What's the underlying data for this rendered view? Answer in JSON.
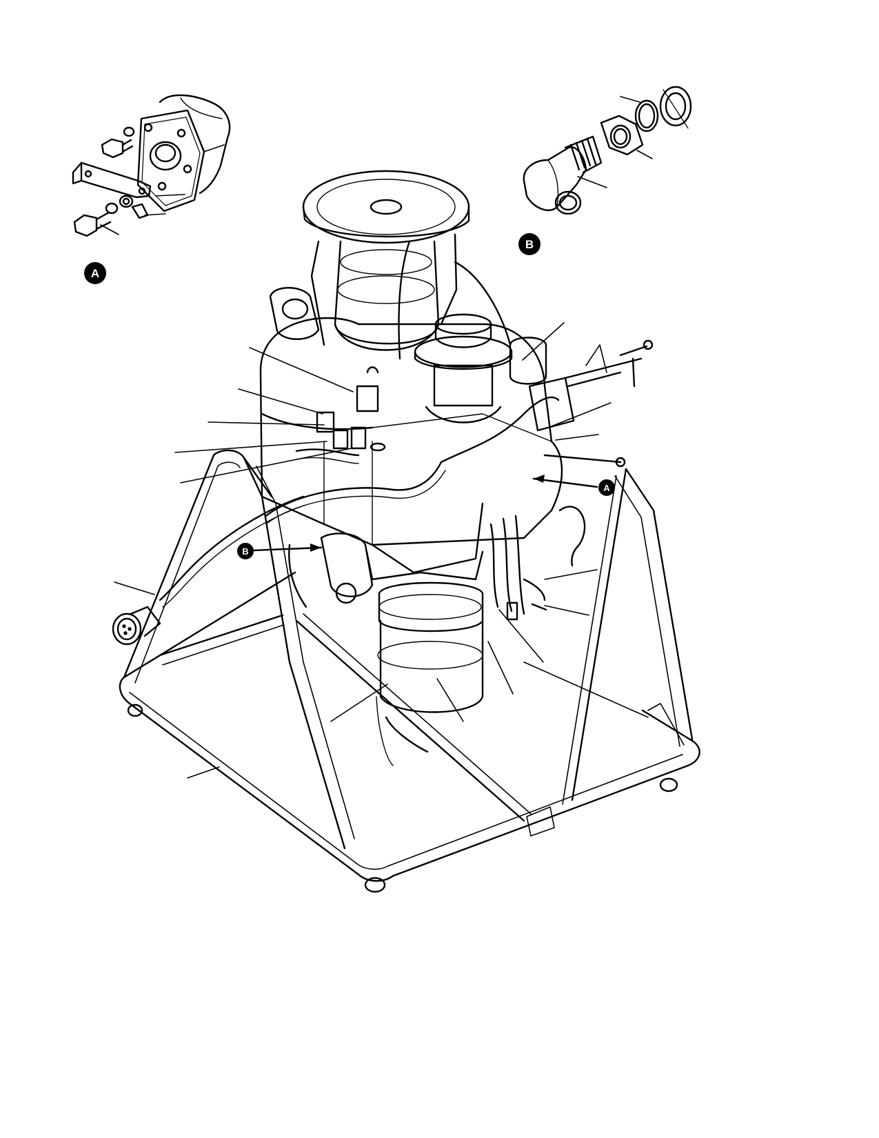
{
  "figure": {
    "ink_color": "#000000",
    "paper_color": "#ffffff",
    "detail_views": [
      {
        "id": "A",
        "label": "A"
      },
      {
        "id": "B",
        "label": "B"
      }
    ],
    "view_references": [
      {
        "id": "ref-A",
        "label": "A"
      },
      {
        "id": "ref-B",
        "label": "B"
      }
    ]
  }
}
